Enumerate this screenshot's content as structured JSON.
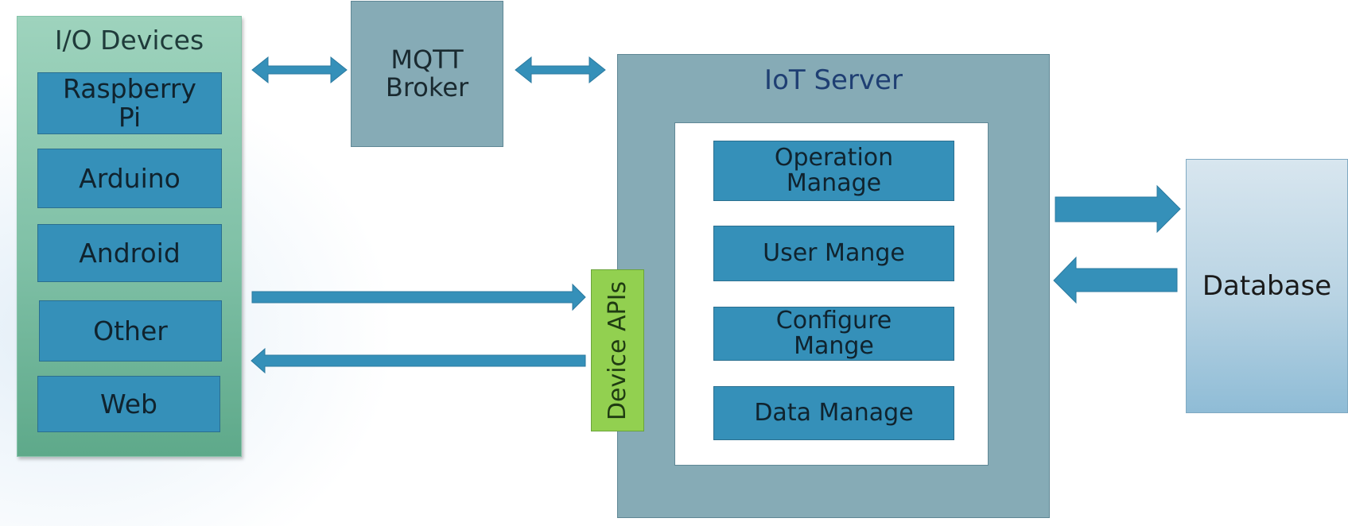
{
  "io_devices": {
    "title": "I/O Devices",
    "items": [
      {
        "id": "raspberry-pi",
        "label": "Raspberry\nPi"
      },
      {
        "id": "arduino",
        "label": "Arduino"
      },
      {
        "id": "android",
        "label": "Android"
      },
      {
        "id": "other",
        "label": "Other"
      },
      {
        "id": "web",
        "label": "Web"
      }
    ]
  },
  "mqtt_broker": {
    "label": "MQTT\nBroker"
  },
  "iot_server": {
    "title": "IoT Server",
    "modules": [
      {
        "id": "operation-manage",
        "label": "Operation\nManage"
      },
      {
        "id": "user-mange",
        "label": "User Mange"
      },
      {
        "id": "configure-mange",
        "label": "Configure\nMange"
      },
      {
        "id": "data-manage",
        "label": "Data Manage"
      }
    ]
  },
  "device_apis": {
    "label": "Device APIs"
  },
  "database": {
    "label": "Database"
  },
  "colors": {
    "arrow": "#3590b9",
    "module_fill": "#3590b9",
    "server_fill": "#86abb6",
    "device_apis_fill": "#92d050",
    "io_devices_fill": "#7fc0a6"
  }
}
